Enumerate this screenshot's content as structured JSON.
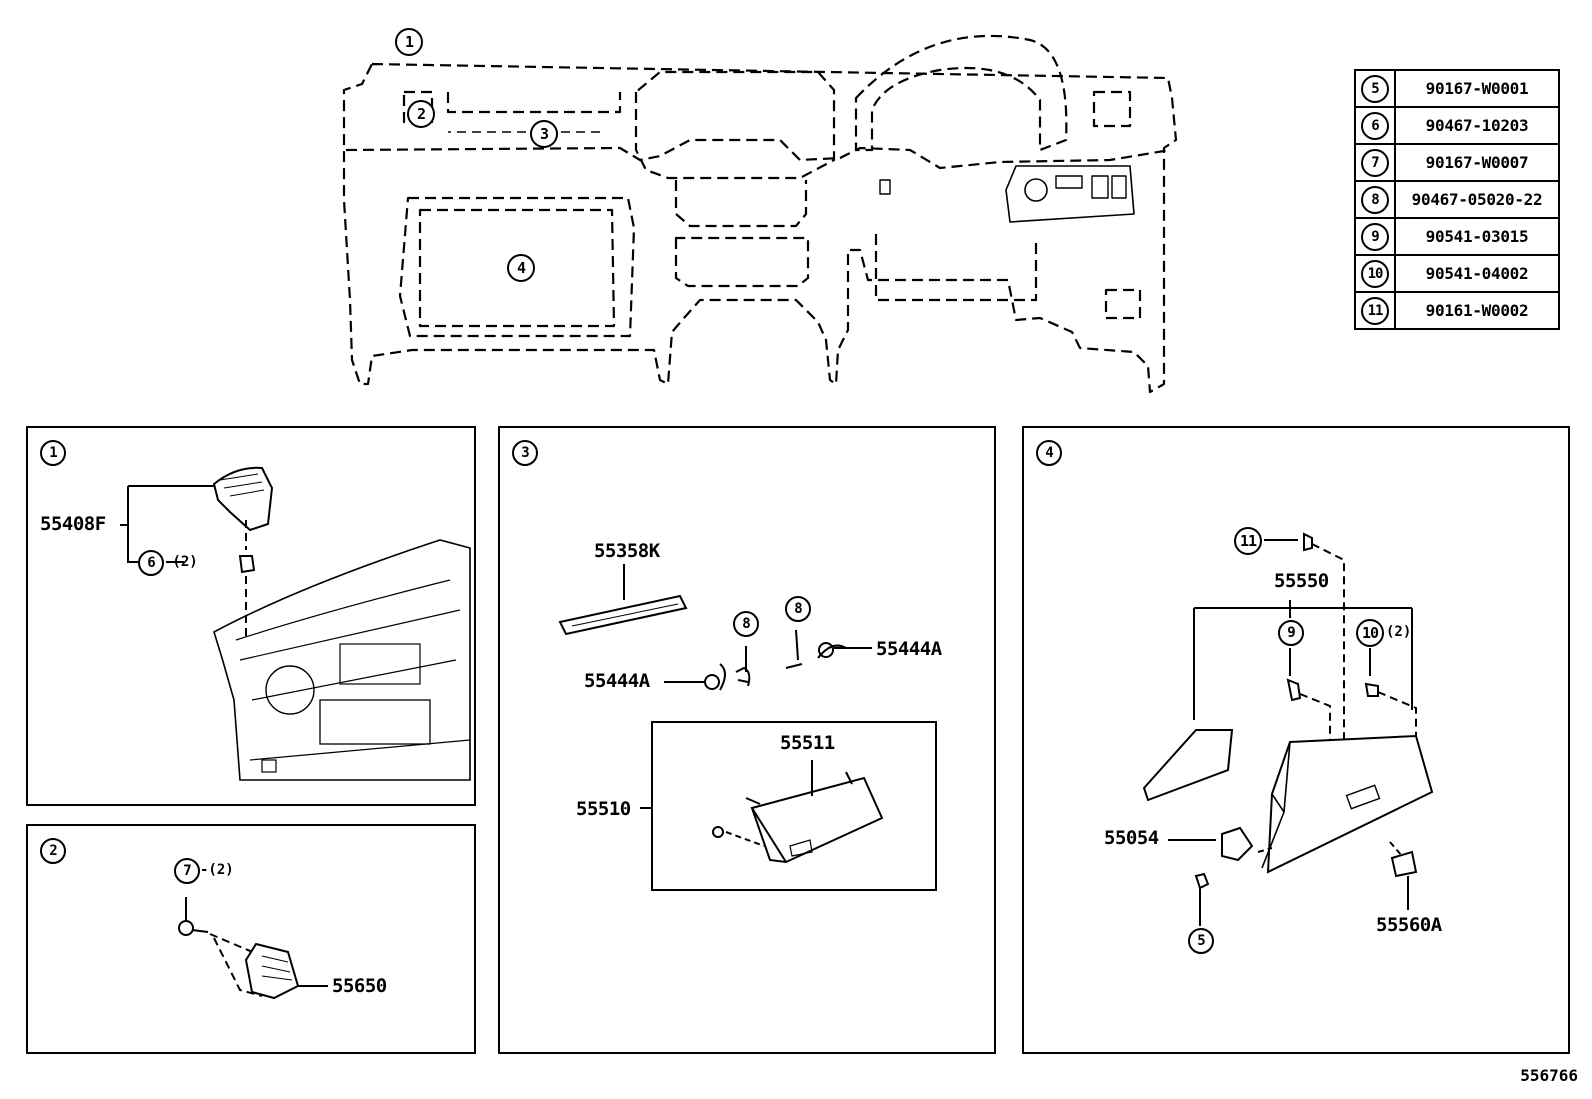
{
  "overview": {
    "callouts": [
      "1",
      "2",
      "3",
      "4"
    ]
  },
  "reference_table": [
    {
      "ref": "5",
      "part": "90167-W0001"
    },
    {
      "ref": "6",
      "part": "90467-10203"
    },
    {
      "ref": "7",
      "part": "90167-W0007"
    },
    {
      "ref": "8",
      "part": "90467-05020-22"
    },
    {
      "ref": "9",
      "part": "90541-03015"
    },
    {
      "ref": "10",
      "part": "90541-04002"
    },
    {
      "ref": "11",
      "part": "90161-W0002"
    }
  ],
  "panels": {
    "p1": {
      "index": "1",
      "part_55408F": "55408F",
      "ref_6": "6",
      "qty_6": "-(2)"
    },
    "p2": {
      "index": "2",
      "ref_7": "7",
      "qty_7": "-(2)",
      "part_55650": "55650"
    },
    "p3": {
      "index": "3",
      "part_55358K": "55358K",
      "ref_8a": "8",
      "ref_8b": "8",
      "part_55444A_left": "55444A",
      "part_55444A_right": "55444A",
      "part_55511": "55511",
      "part_55510": "55510"
    },
    "p4": {
      "index": "4",
      "ref_11": "11",
      "part_55550": "55550",
      "ref_9": "9",
      "ref_10": "10",
      "qty_10": "(2)",
      "part_55054": "55054",
      "ref_5": "5",
      "part_55560A": "55560A"
    }
  },
  "footer": {
    "drawing_id": "556766"
  }
}
